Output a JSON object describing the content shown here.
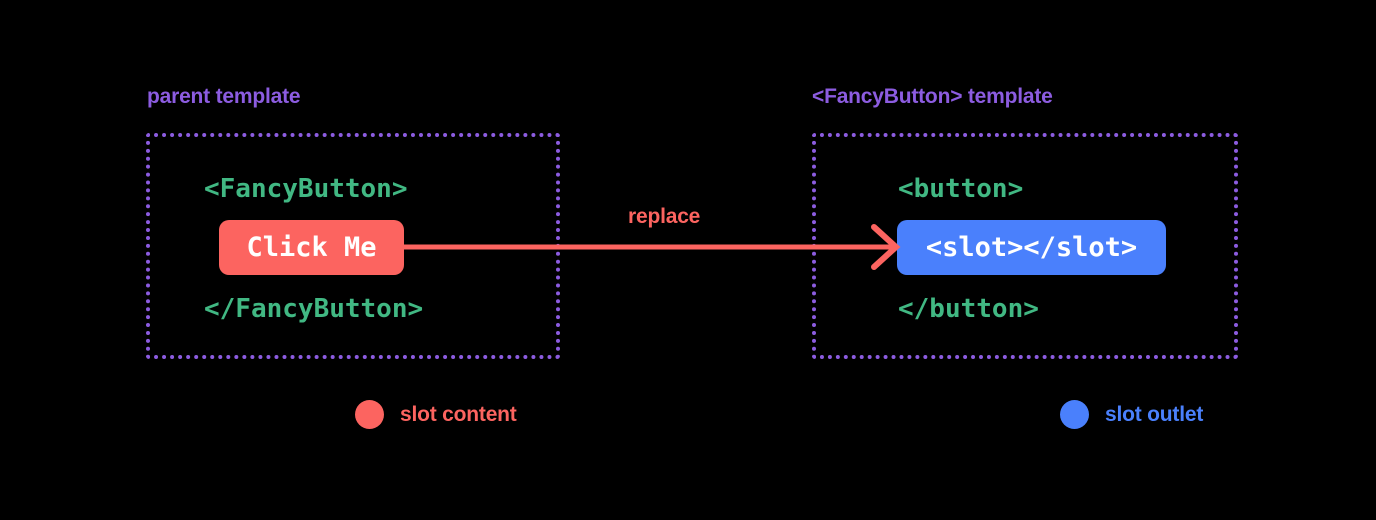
{
  "diagram": {
    "title_left": "parent template",
    "title_right": "<FancyButton> template",
    "background_color": "#000000",
    "accent_purple": "#8c5ce0",
    "accent_green": "#41b883",
    "accent_red": "#fc6460",
    "accent_blue": "#4a80fc"
  },
  "parent_template": {
    "caption": "parent template",
    "open_tag": "<FancyButton>",
    "close_tag": "</FancyButton>",
    "chip_label": "Click Me",
    "chip_color": "#fc6460"
  },
  "fancy_template": {
    "caption": "<FancyButton> template",
    "open_tag": "<button>",
    "close_tag": "</button>",
    "chip_label": "<slot></slot>",
    "chip_color": "#4a80fc"
  },
  "arrow": {
    "label": "replace",
    "color": "#fc6460",
    "direction": "left-to-right"
  },
  "legend": [
    {
      "label": "slot content",
      "color": "#fc6460",
      "icon": "circle-dot-icon"
    },
    {
      "label": "slot outlet",
      "color": "#4a80fc",
      "icon": "circle-dot-icon"
    }
  ]
}
